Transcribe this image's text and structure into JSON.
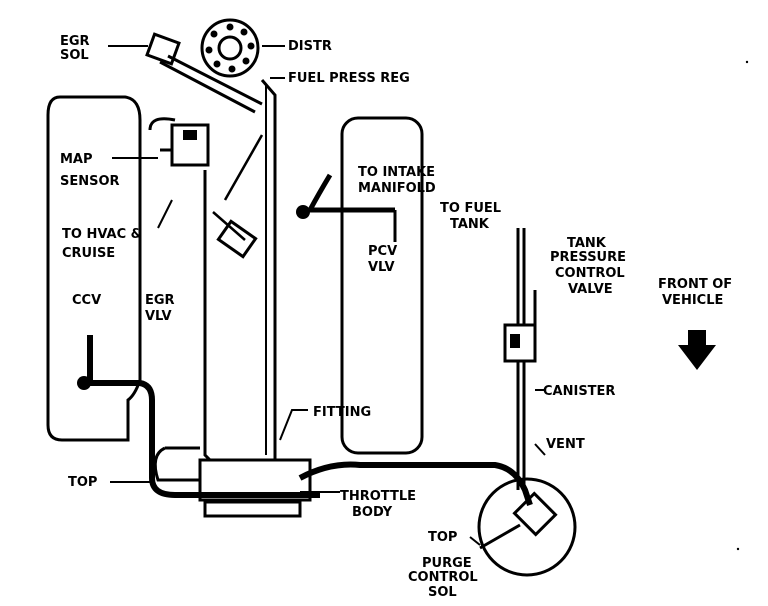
{
  "labels": {
    "egr_sol": [
      "EGR",
      "SOL"
    ],
    "distr": "DISTR",
    "fuel_press_reg": "FUEL PRESS REG",
    "map_sensor": [
      "MAP",
      "SENSOR"
    ],
    "to_intake_manifold": [
      "TO INTAKE",
      "MANIFOLD"
    ],
    "to_hvac_cruise": [
      "TO HVAC &",
      "CRUISE"
    ],
    "to_fuel_tank": [
      "TO FUEL",
      "TANK"
    ],
    "pcv_vlv": [
      "PCV",
      "VLV"
    ],
    "tank_pressure_control_valve": [
      "TANK",
      "PRESSURE",
      "CONTROL",
      "VALVE"
    ],
    "front_of_vehicle": [
      "FRONT OF",
      "VEHICLE"
    ],
    "ccv": "CCV",
    "egr_vlv": [
      "EGR",
      "VLV"
    ],
    "canister": "CANISTER",
    "fitting": "FITTING",
    "vent": "VENT",
    "top_left": "TOP",
    "throttle_body": [
      "THROTTLE",
      "BODY"
    ],
    "top_right": "TOP",
    "purge_control_sol": [
      "PURGE",
      "CONTROL",
      "SOL"
    ]
  }
}
